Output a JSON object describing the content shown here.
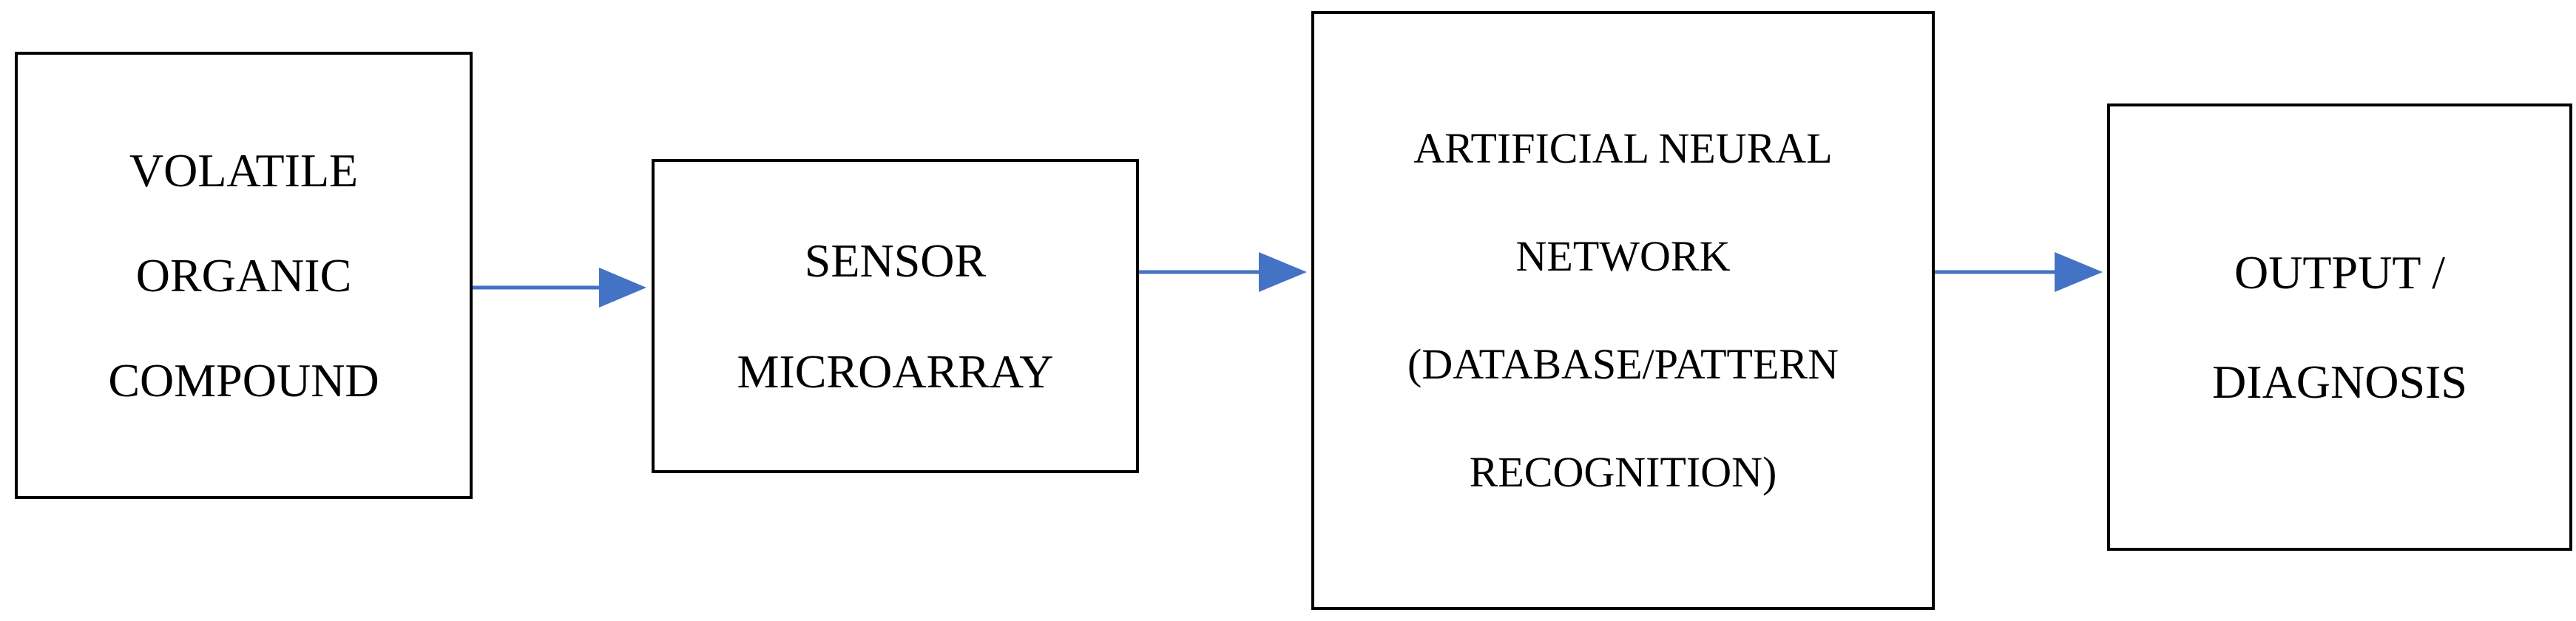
{
  "diagram": {
    "nodes": [
      {
        "id": "voc",
        "lines": [
          "VOLATILE",
          "ORGANIC",
          "COMPOUND"
        ]
      },
      {
        "id": "sensor",
        "lines": [
          "SENSOR",
          "MICROARRAY"
        ]
      },
      {
        "id": "ann",
        "lines": [
          "ARTIFICIAL NEURAL",
          "NETWORK",
          "(DATABASE/PATTERN",
          "RECOGNITION)"
        ]
      },
      {
        "id": "output",
        "lines": [
          "OUTPUT /",
          "DIAGNOSIS"
        ]
      }
    ],
    "edges": [
      {
        "from": "voc",
        "to": "sensor"
      },
      {
        "from": "sensor",
        "to": "ann"
      },
      {
        "from": "ann",
        "to": "output"
      }
    ],
    "colors": {
      "arrow": "#4472C4",
      "box_border": "#000000",
      "text": "#000000"
    }
  }
}
